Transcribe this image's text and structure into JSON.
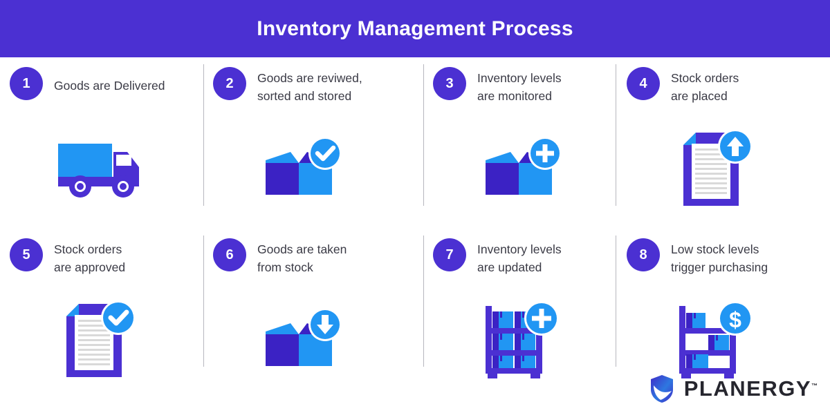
{
  "header": {
    "title": "Inventory Management Process",
    "background_color": "#4B30D2",
    "text_color": "#FFFFFF"
  },
  "colors": {
    "purple": "#4B30D2",
    "deep_purple": "#3B22C4",
    "light_blue": "#2196F3",
    "badge_blue": "#2196F3",
    "divider": "#B6B6BE",
    "label_text": "#3A3A45",
    "paper": "#FFFFFF",
    "paper_line": "#D9D9D9"
  },
  "steps": [
    {
      "number": "1",
      "label": "Goods are Delivered",
      "icon": "delivery-truck-icon",
      "badge": "none",
      "lines": 1
    },
    {
      "number": "2",
      "label": "Goods are reviwed,\nsorted and stored",
      "icon": "open-box-icon",
      "badge": "check-badge-icon",
      "lines": 2
    },
    {
      "number": "3",
      "label": "Inventory levels\nare monitored",
      "icon": "open-box-icon",
      "badge": "plus-badge-icon",
      "lines": 2
    },
    {
      "number": "4",
      "label": "Stock orders\nare placed",
      "icon": "document-icon",
      "badge": "arrow-up-badge-icon",
      "lines": 2
    },
    {
      "number": "5",
      "label": "Stock orders\nare approved",
      "icon": "document-icon",
      "badge": "check-badge-icon",
      "lines": 2
    },
    {
      "number": "6",
      "label": "Goods are taken\nfrom stock",
      "icon": "open-box-icon",
      "badge": "arrow-down-badge-icon",
      "lines": 2
    },
    {
      "number": "7",
      "label": "Inventory levels\nare updated",
      "icon": "warehouse-shelf-full-icon",
      "badge": "plus-badge-icon",
      "lines": 2
    },
    {
      "number": "8",
      "label": "Low stock levels\ntrigger purchasing",
      "icon": "warehouse-shelf-low-icon",
      "badge": "dollar-badge-icon",
      "lines": 2
    }
  ],
  "logo": {
    "name": "PLANERGY",
    "trademark": "™",
    "icon": "planergy-shield-icon"
  }
}
